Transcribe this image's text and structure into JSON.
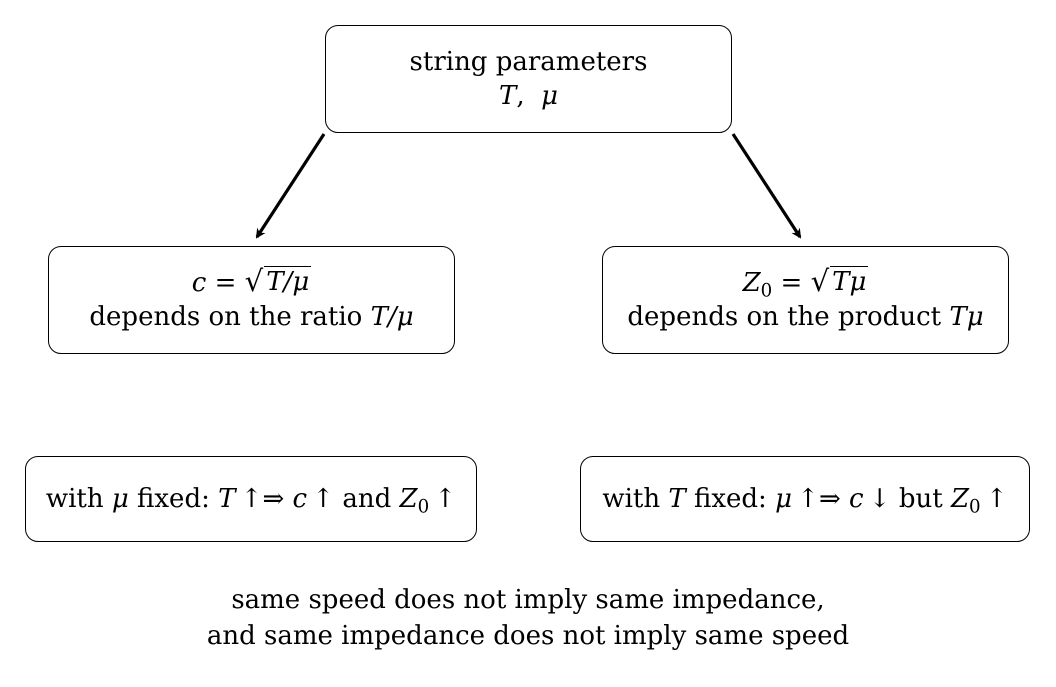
{
  "nodes": {
    "top": {
      "line1": "string parameters",
      "line2": {
        "sym1": "T",
        "sep": ",",
        "sym2": "μ"
      }
    },
    "left": {
      "lhs": "c",
      "eq": "=",
      "radicand": "T/μ",
      "text": "depends on the ratio",
      "expr": "T/μ"
    },
    "right": {
      "lhs": "Z",
      "lhs_sub": "0",
      "eq": "=",
      "radicand": "Tμ",
      "text": "depends on the product",
      "expr": "Tμ"
    },
    "bottom_left": {
      "prefix": "with",
      "var": "μ",
      "fixed": "fixed:",
      "cause": "T",
      "cause_arrow": "↑",
      "implies": "⇒",
      "effect1": "c",
      "effect1_arrow": "↑",
      "conj": "and",
      "effect2": "Z",
      "effect2_sub": "0",
      "effect2_arrow": "↑"
    },
    "bottom_right": {
      "prefix": "with",
      "var": "T",
      "fixed": "fixed:",
      "cause": "μ",
      "cause_arrow": "↑",
      "implies": "⇒",
      "effect1": "c",
      "effect1_arrow": "↓",
      "conj": "but",
      "effect2": "Z",
      "effect2_sub": "0",
      "effect2_arrow": "↑"
    }
  },
  "caption": {
    "line1": "same speed does not imply same impedance,",
    "line2": "and same impedance does not imply same speed"
  },
  "colors": {
    "stroke": "#000000",
    "background": "#ffffff"
  }
}
